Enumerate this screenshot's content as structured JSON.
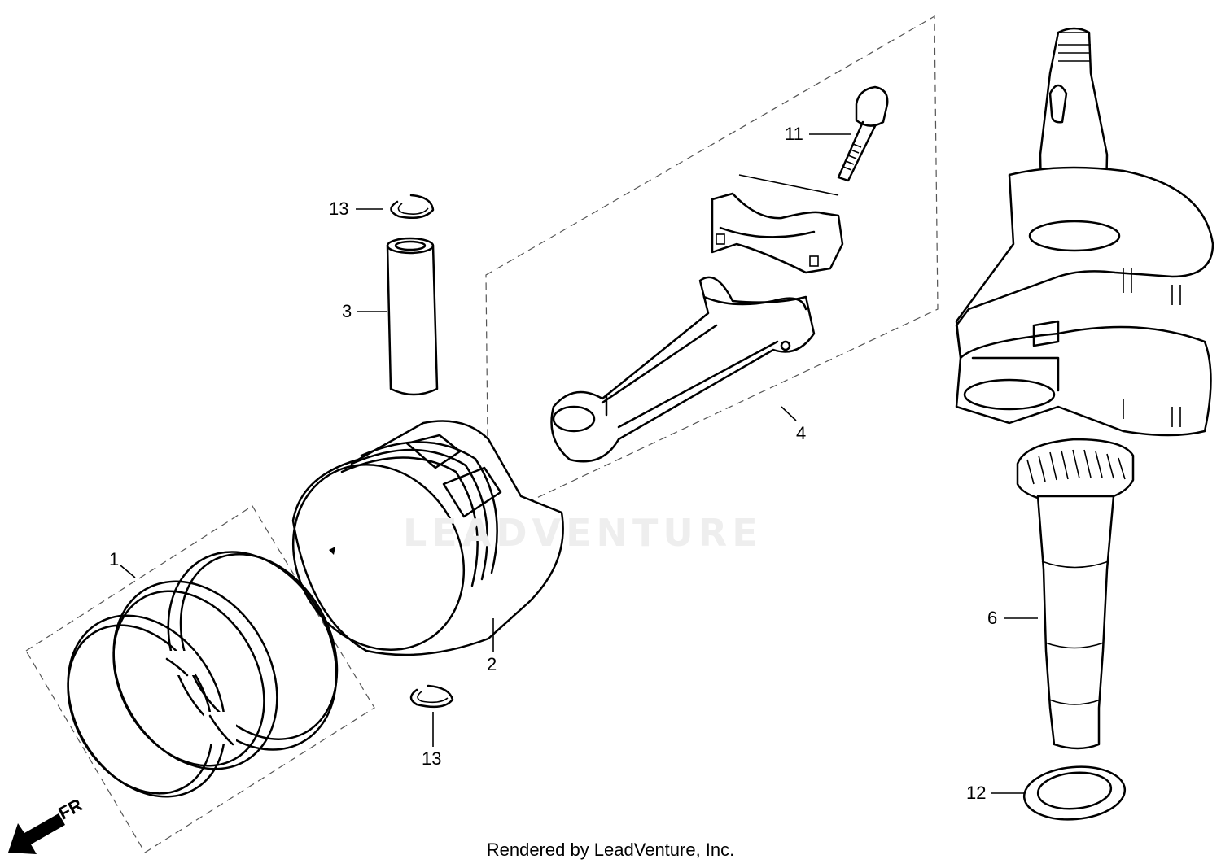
{
  "diagram": {
    "watermark": "LEADVENTURE",
    "footer": "Rendered by LeadVenture, Inc.",
    "direction_label": "FR",
    "callouts": [
      {
        "id": "1",
        "label": "1"
      },
      {
        "id": "2",
        "label": "2"
      },
      {
        "id": "3",
        "label": "3"
      },
      {
        "id": "4",
        "label": "4"
      },
      {
        "id": "6",
        "label": "6"
      },
      {
        "id": "11",
        "label": "11"
      },
      {
        "id": "12",
        "label": "12"
      },
      {
        "id": "13a",
        "label": "13"
      },
      {
        "id": "13b",
        "label": "13"
      }
    ]
  }
}
